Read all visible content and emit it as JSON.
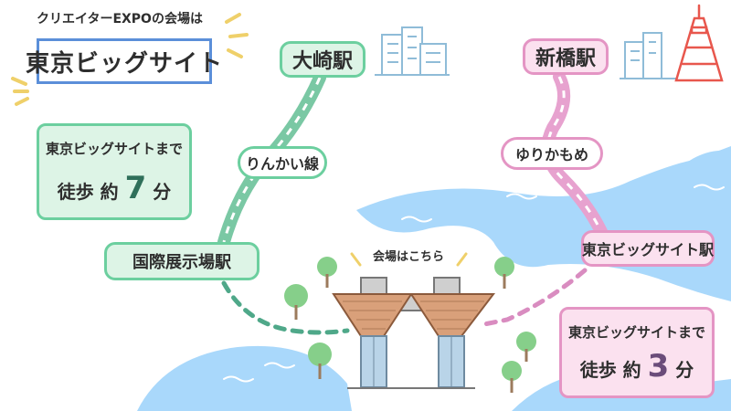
{
  "expo_caption": "クリエイターEXPOの会場は",
  "venue_name": "東京ビッグサイト",
  "stations": {
    "osaki": "大崎駅",
    "shimbashi": "新橋駅",
    "kokusai_tenjijo": "国際展示場駅",
    "bigsight": "東京ビッグサイト駅"
  },
  "lines": {
    "rinkai": "りんかい線",
    "yurikamome": "ゆりかもめ"
  },
  "walk_notes": [
    {
      "title": "東京ビッグサイトまで",
      "walk": "徒歩",
      "about": "約",
      "number": "7",
      "unit": "分"
    },
    {
      "title": "東京ビッグサイトまで",
      "walk": "徒歩",
      "about": "約",
      "number": "3",
      "unit": "分"
    }
  ],
  "venue_label": "会場はこちら",
  "colors": {
    "water": "#a9d8fb",
    "rinkai_line": "#7ac8a4",
    "yurikamome_line": "#e7a2cf",
    "venue_frame": "#5b8fd9",
    "tower": "#e8574d",
    "accent_spark": "#efd06a"
  }
}
